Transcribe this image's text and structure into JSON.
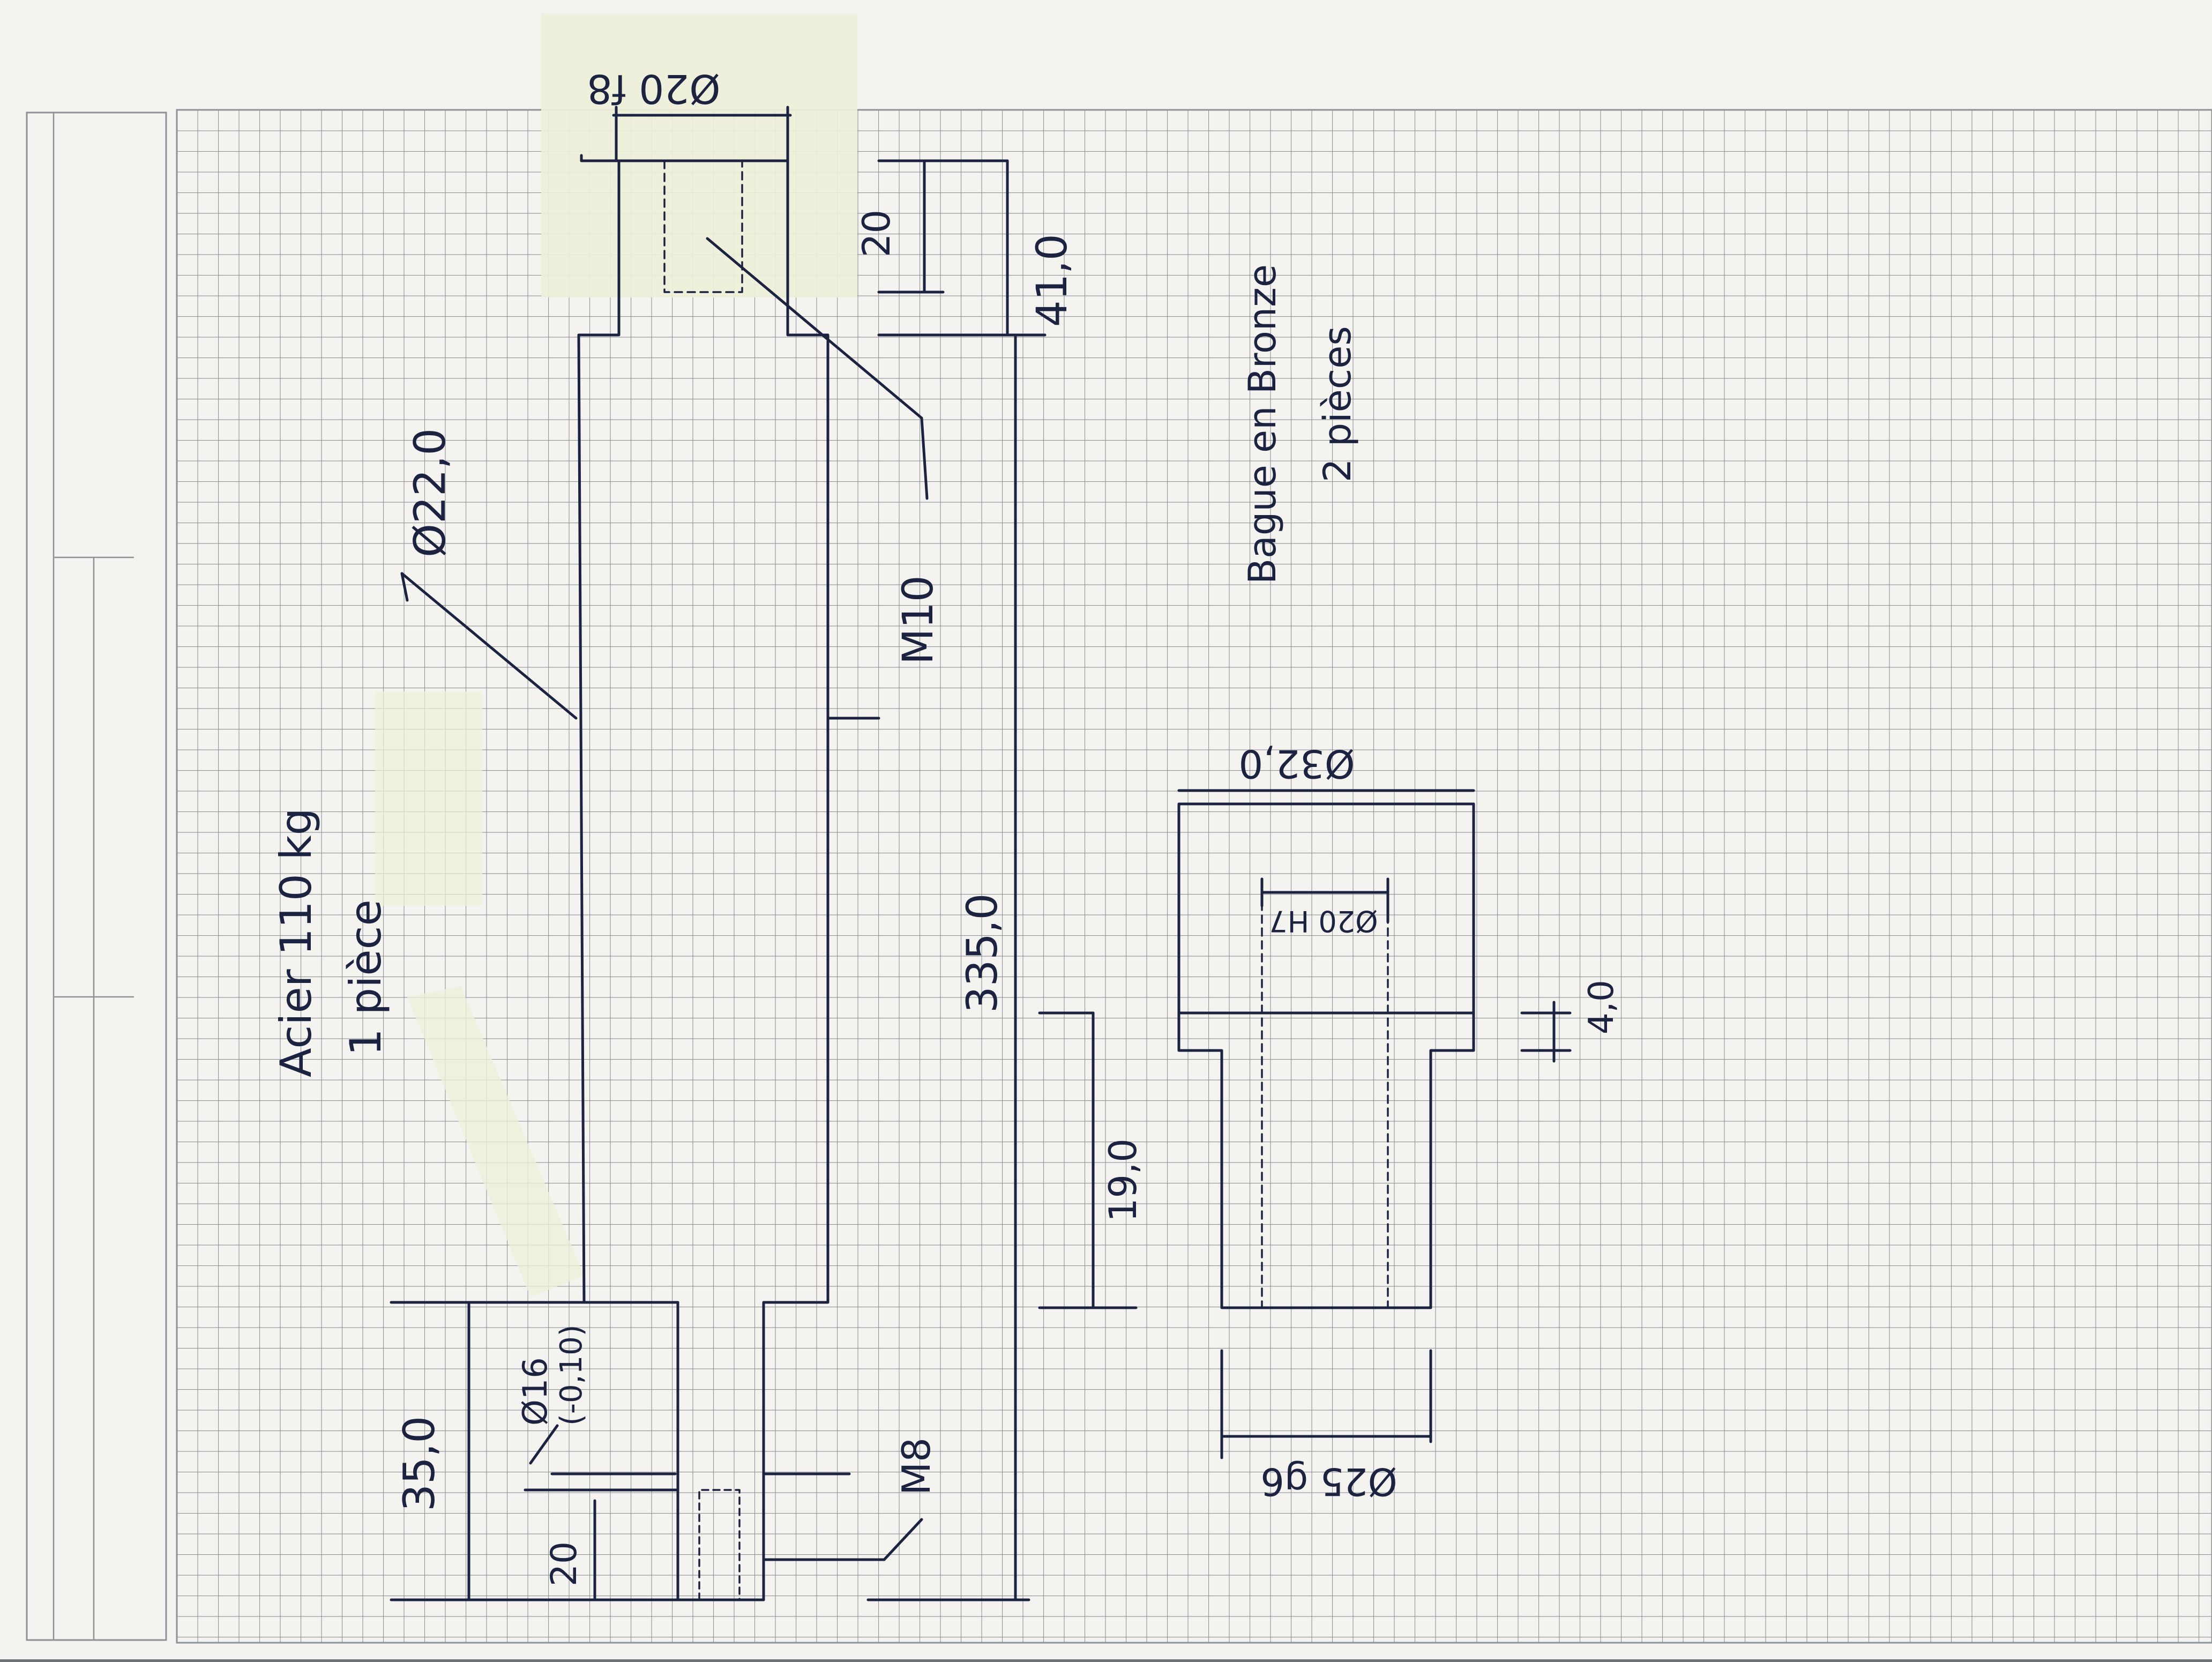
{
  "drawing": {
    "shaft_material": "Acier 110 kg",
    "shaft_material_word": "Acier",
    "shaft_material_grade": "110 kg",
    "shaft_quantity": "1 pièce",
    "dim_od_end": "Ø20 f8",
    "dim_end_length_top": "20",
    "dim_end_shoulder": "41,0",
    "dim_main_dia": "Ø22,0",
    "thread_top": "M10",
    "dim_total_length": "335,0",
    "dim_end_dia": "Ø16",
    "dim_end_tol": "(-0,10)",
    "thread_bottom": "M8",
    "dim_end_length_bottom": "35,0",
    "dim_thread_depth_bottom": "20",
    "bushing_material": "Bague en Bronze",
    "bushing_quantity": "2 pièces",
    "dim_flange_dia": "Ø32,0",
    "dim_bore": "Ø20 H7",
    "dim_flange_thk": "4,0",
    "dim_bush_length": "19,0",
    "dim_bush_od": "Ø25 g6"
  },
  "colors": {
    "paper": "#f4f3ef",
    "grid": "#8e9297",
    "ink": "#1b2340",
    "tape": "#eef0d9"
  }
}
